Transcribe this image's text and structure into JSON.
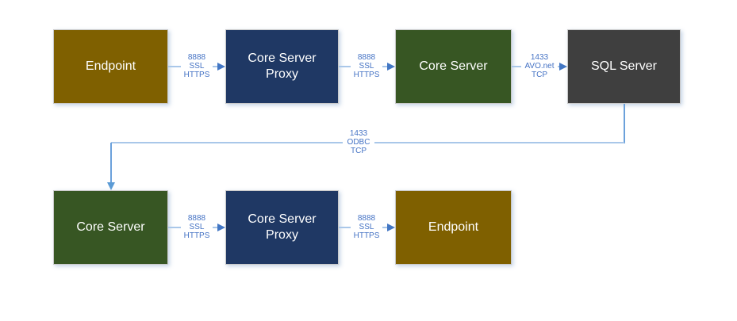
{
  "diagram": {
    "colors": {
      "endpoint_fill": "#7F6000",
      "proxy_fill": "#1F3864",
      "core_fill": "#375623",
      "sql_fill": "#3F3F3F",
      "node_text": "#FFFFFF",
      "line_light": "#A9C7E9",
      "line_strong": "#6BA1DB",
      "arrow_right": "#4377C4",
      "arrow_down": "#5B9BD5",
      "label_text": "#4472C4"
    },
    "nodes": [
      {
        "id": "endpoint-top",
        "label": "Endpoint"
      },
      {
        "id": "proxy-top",
        "label": "Core Server Proxy"
      },
      {
        "id": "core-top",
        "label": "Core Server"
      },
      {
        "id": "sql-server",
        "label": "SQL Server"
      },
      {
        "id": "core-bottom",
        "label": "Core Server"
      },
      {
        "id": "proxy-bottom",
        "label": "Core Server Proxy"
      },
      {
        "id": "endpoint-bottom",
        "label": "Endpoint"
      }
    ],
    "connectors": [
      {
        "from": "Endpoint",
        "to": "Core Server Proxy",
        "label_lines": [
          "8888",
          "SSL",
          "HTTPS"
        ]
      },
      {
        "from": "Core Server Proxy",
        "to": "Core Server",
        "label_lines": [
          "8888",
          "SSL",
          "HTTPS"
        ]
      },
      {
        "from": "Core Server",
        "to": "SQL Server",
        "label_lines": [
          "1433",
          "AVO.net",
          "TCP"
        ]
      },
      {
        "from": "SQL Server",
        "to": "Core Server",
        "label_lines": [
          "1433",
          "ODBC",
          "TCP"
        ]
      },
      {
        "from": "Core Server",
        "to": "Core Server Proxy",
        "label_lines": [
          "8888",
          "SSL",
          "HTTPS"
        ]
      },
      {
        "from": "Core Server Proxy",
        "to": "Endpoint",
        "label_lines": [
          "8888",
          "SSL",
          "HTTPS"
        ]
      }
    ]
  }
}
